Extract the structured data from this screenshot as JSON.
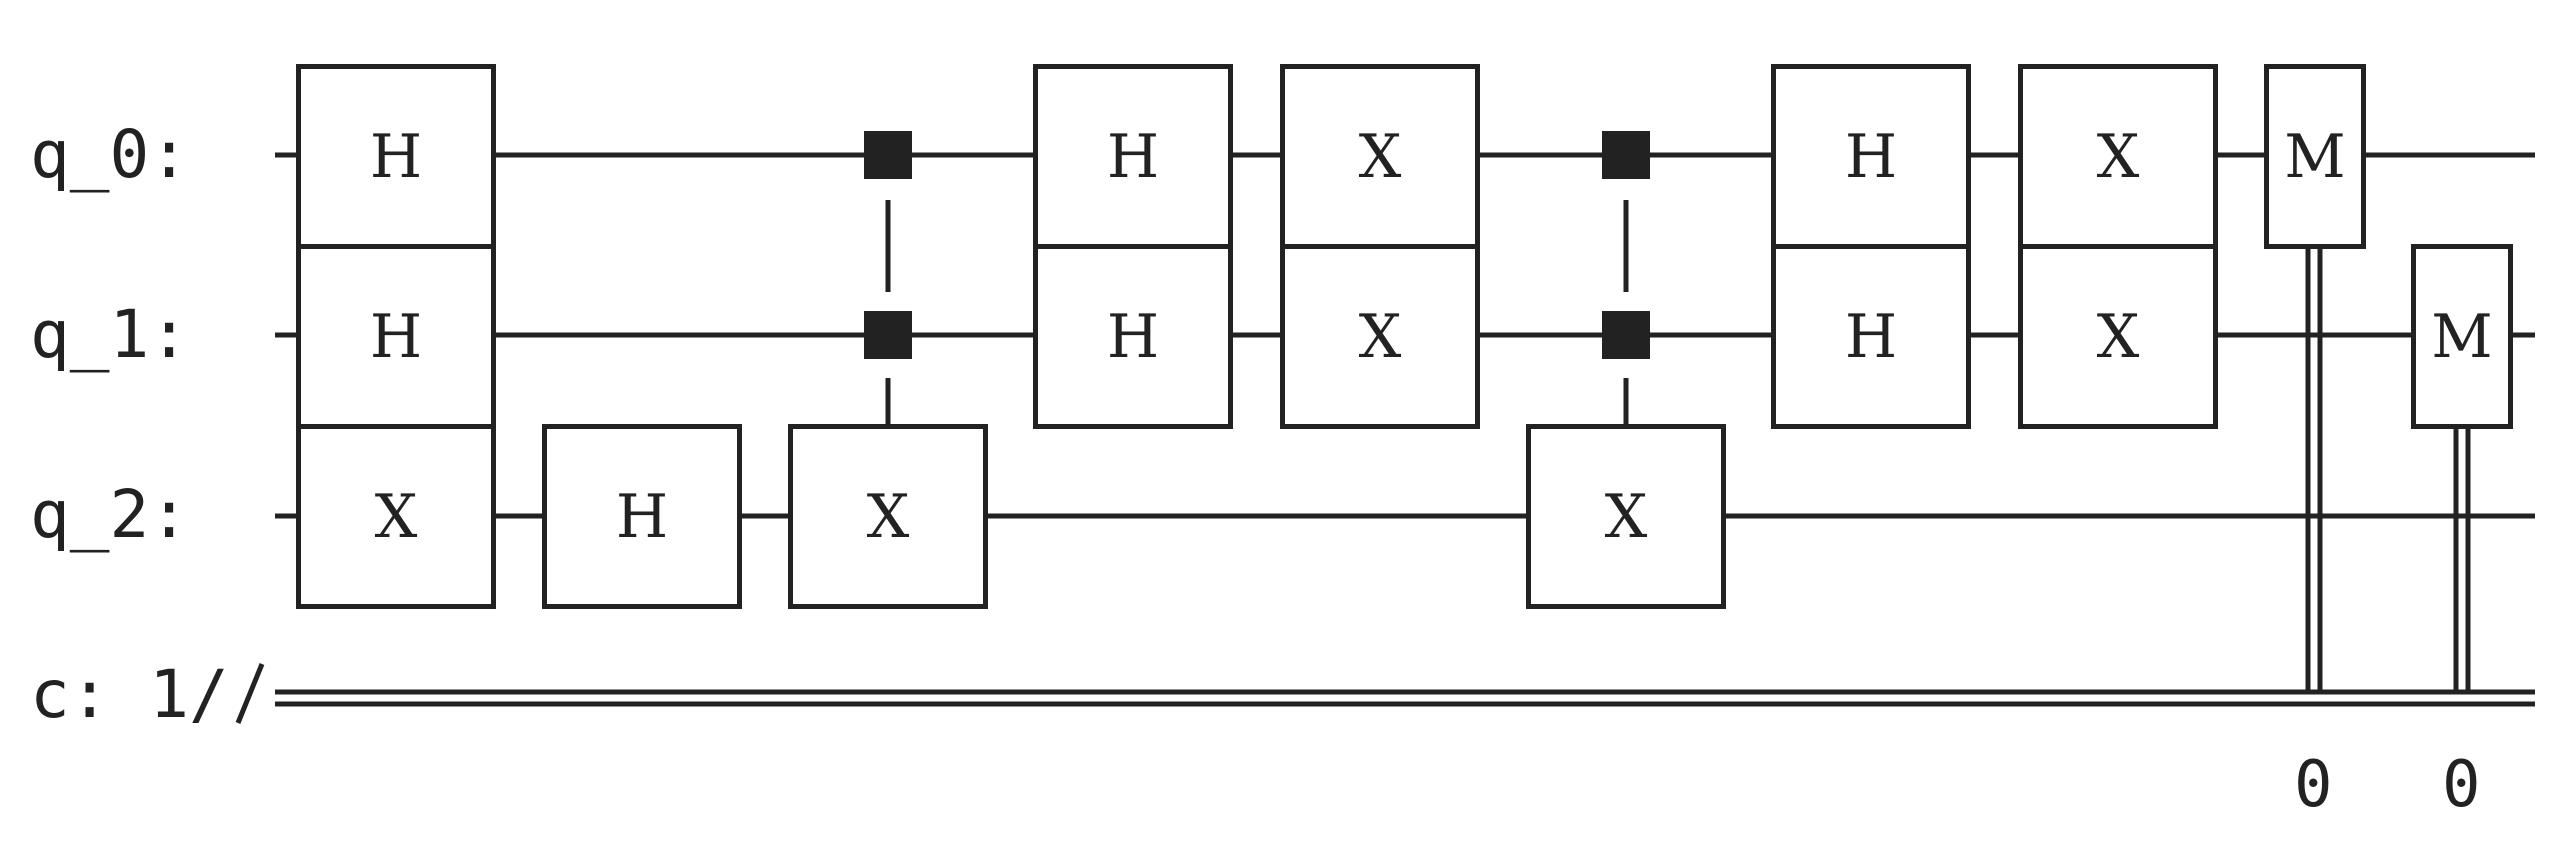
{
  "wires": {
    "q0": "q_0:",
    "q1": "q_1:",
    "q2": "q_2:",
    "c": "c: 1/"
  },
  "gates": [
    {
      "label": "H",
      "qubit": "q_0",
      "step": 1
    },
    {
      "label": "H",
      "qubit": "q_1",
      "step": 1
    },
    {
      "label": "X",
      "qubit": "q_2",
      "step": 1
    },
    {
      "label": "H",
      "qubit": "q_2",
      "step": 2
    },
    {
      "label": "X",
      "qubit": "q_2",
      "step": 3,
      "controls": [
        "q_0",
        "q_1"
      ]
    },
    {
      "label": "H",
      "qubit": "q_0",
      "step": 4
    },
    {
      "label": "H",
      "qubit": "q_1",
      "step": 4
    },
    {
      "label": "X",
      "qubit": "q_0",
      "step": 5
    },
    {
      "label": "X",
      "qubit": "q_1",
      "step": 5
    },
    {
      "label": "X",
      "qubit": "q_2",
      "step": 6,
      "controls": [
        "q_0",
        "q_1"
      ]
    },
    {
      "label": "H",
      "qubit": "q_0",
      "step": 7
    },
    {
      "label": "H",
      "qubit": "q_1",
      "step": 7
    },
    {
      "label": "X",
      "qubit": "q_0",
      "step": 8
    },
    {
      "label": "X",
      "qubit": "q_1",
      "step": 8
    },
    {
      "label": "M",
      "qubit": "q_0",
      "step": 9,
      "classical_bit": "0"
    },
    {
      "label": "M",
      "qubit": "q_1",
      "step": 10,
      "classical_bit": "0"
    }
  ],
  "classical_indices": [
    "0",
    "0"
  ]
}
